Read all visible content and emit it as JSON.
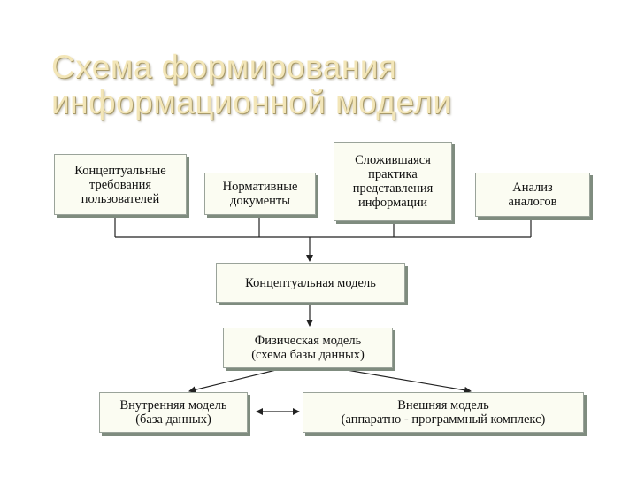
{
  "title": {
    "line1": "Схема формирования",
    "line2": "информационной модели"
  },
  "boxes": {
    "req": "Концептуальные\nтребования\nпользователей",
    "norm": "Нормативные\nдокументы",
    "practice": "Сложившаяся\nпрактика\nпредставления\nинформации",
    "analysis": "Анализ\nаналогов",
    "concept": "Концептуальная модель",
    "physical": "Физическая модель\n(схема базы данных)",
    "internal": "Внутренняя модель\n(база данных)",
    "external": "Внешняя модель\n(аппаратно - программный комплекс)"
  },
  "colors": {
    "title": "#f3e6b8",
    "box_bg": "#fbfcf2",
    "box_border": "#9aa39a",
    "box_shadow": "#7f8c7f",
    "line": "#222222"
  }
}
